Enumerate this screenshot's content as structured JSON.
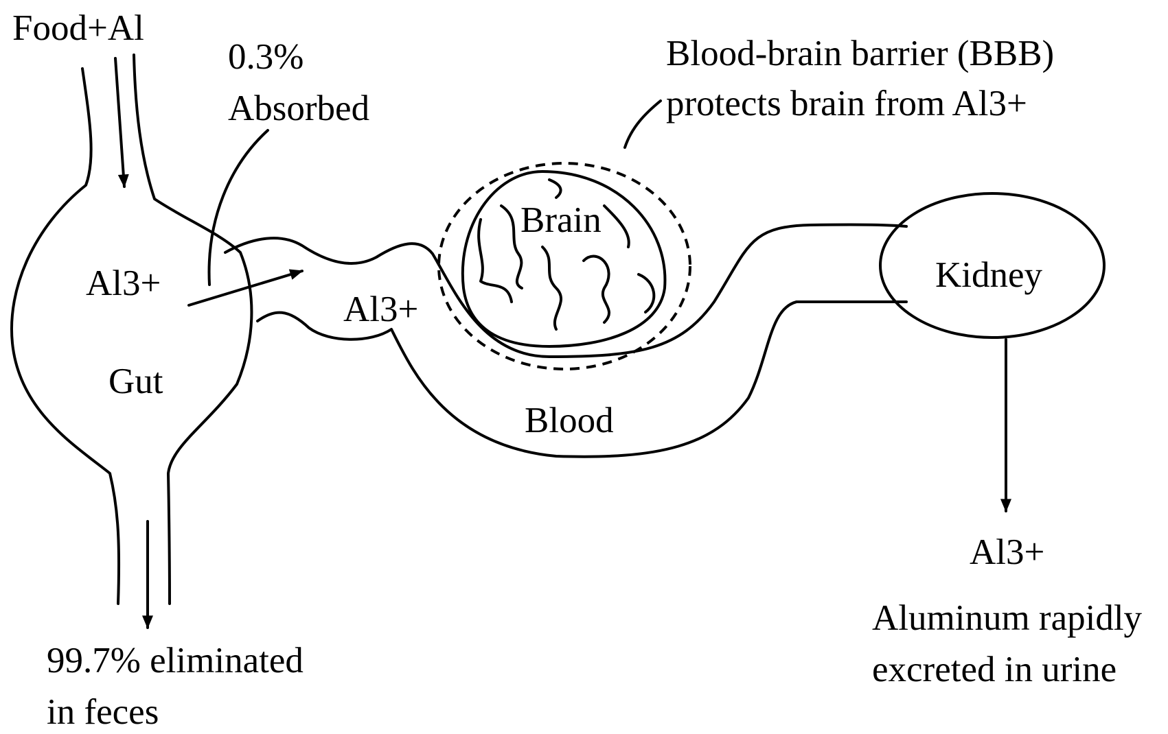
{
  "labels": {
    "food_in": "Food+Al",
    "absorbed_percent": "0.3%",
    "absorbed_word": "Absorbed",
    "bbb_line1": "Blood-brain barrier (BBB)",
    "bbb_line2": "protects brain from Al3+",
    "gut_ion": "Al3+",
    "gut": "Gut",
    "blood_ion": "Al3+",
    "brain": "Brain",
    "kidney": "Kidney",
    "blood": "Blood",
    "urine_ion": "Al3+",
    "urine_line1": "Aluminum rapidly",
    "urine_line2": "excreted in urine",
    "feces_line1": "99.7% eliminated",
    "feces_line2": "in feces"
  },
  "colors": {
    "ink": "#000000",
    "background": "#ffffff"
  }
}
